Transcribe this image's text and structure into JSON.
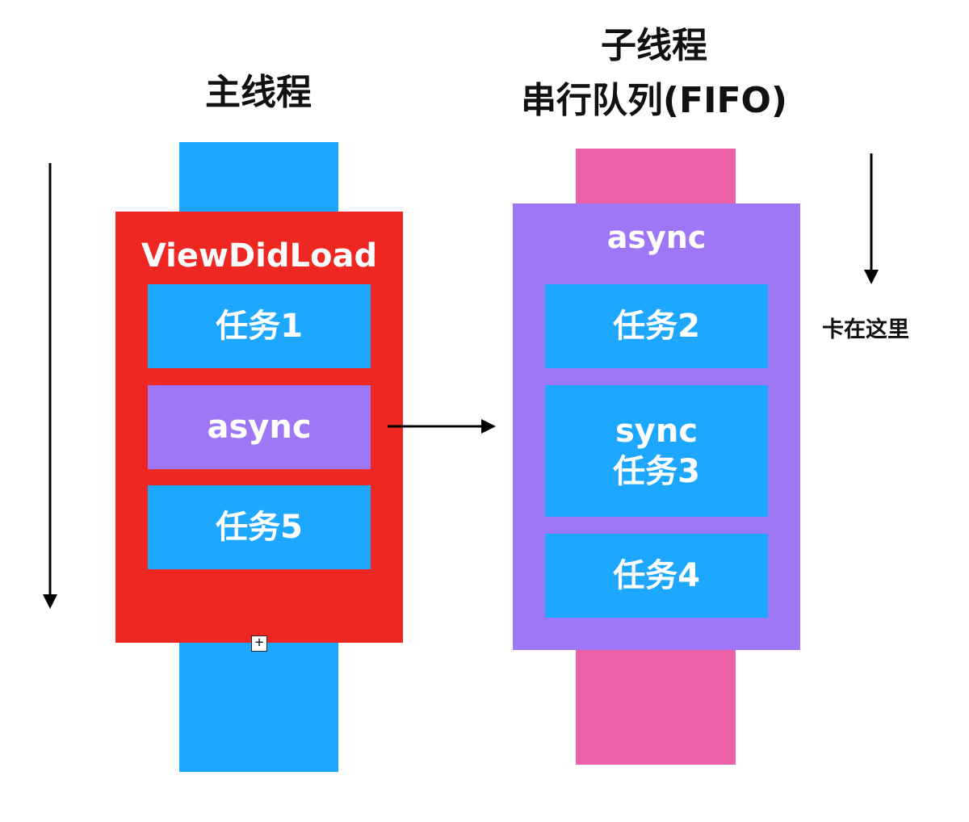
{
  "titles": {
    "main_thread": "主线程",
    "sub_thread_line1": "子线程",
    "sub_thread_line2": "串行队列(FIFO)"
  },
  "main_panel": {
    "header": "ViewDidLoad",
    "tasks": [
      "任务1",
      "async",
      "任务5"
    ]
  },
  "sub_panel": {
    "header": "async",
    "task2": "任务2",
    "task3_line1": "sync",
    "task3_line2": "任务3",
    "task4": "任务4"
  },
  "side_note": "卡在这里",
  "colors": {
    "blue": "#1ea7ff",
    "red": "#ee2722",
    "purple": "#9e77f7",
    "pink": "#ec62a8"
  }
}
